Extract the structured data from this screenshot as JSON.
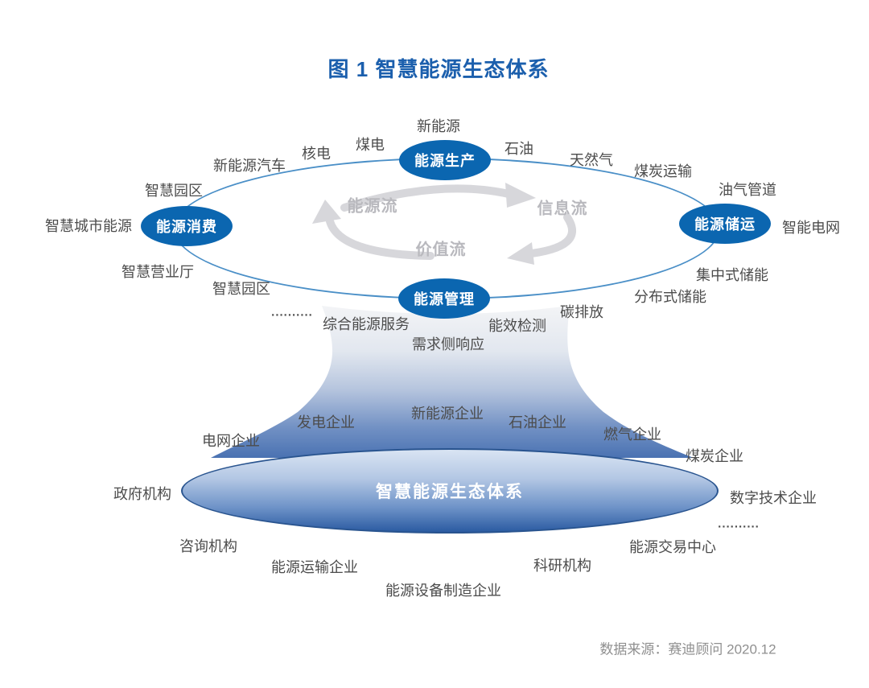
{
  "figure": {
    "title": "图 1  智慧能源生态体系",
    "source": "数据来源：赛迪顾问  2020.12"
  },
  "nodes": [
    {
      "id": "production",
      "label": "能源生产"
    },
    {
      "id": "consumption",
      "label": "能源消费"
    },
    {
      "id": "storage",
      "label": "能源储运"
    },
    {
      "id": "management",
      "label": "能源管理"
    }
  ],
  "flows": [
    {
      "id": "energy",
      "label": "能源流"
    },
    {
      "id": "information",
      "label": "信息流"
    },
    {
      "id": "value",
      "label": "价值流"
    }
  ],
  "ring_labels": [
    {
      "label": "新能源"
    },
    {
      "label": "煤电"
    },
    {
      "label": "核电"
    },
    {
      "label": "新能源汽车"
    },
    {
      "label": "智慧园区"
    },
    {
      "label": "智慧城市能源"
    },
    {
      "label": "智慧营业厅"
    },
    {
      "label": "智慧园区"
    },
    {
      "label": "综合能源服务"
    },
    {
      "label": "需求侧响应"
    },
    {
      "label": "能效检测"
    },
    {
      "label": "碳排放"
    },
    {
      "label": "分布式储能"
    },
    {
      "label": "集中式储能"
    },
    {
      "label": "智能电网"
    },
    {
      "label": "油气管道"
    },
    {
      "label": "煤炭运输"
    },
    {
      "label": "石油"
    },
    {
      "label": "天然气"
    }
  ],
  "funnel_labels": [
    {
      "label": "发电企业"
    },
    {
      "label": "新能源企业"
    },
    {
      "label": "石油企业"
    },
    {
      "label": "电网企业"
    },
    {
      "label": "燃气企业"
    },
    {
      "label": "煤炭企业"
    }
  ],
  "ecosystem": {
    "label": "智慧能源生态体系"
  },
  "bottom_labels": [
    {
      "label": "政府机构"
    },
    {
      "label": "数字技术企业"
    },
    {
      "label": "咨询机构"
    },
    {
      "label": "能源交易中心"
    },
    {
      "label": "能源运输企业"
    },
    {
      "label": "科研机构"
    },
    {
      "label": "能源设备制造企业"
    }
  ],
  "ellipsis": "..........",
  "colors": {
    "node_blue": "#0b66b0",
    "ring_line": "#4a8fc7",
    "title_blue": "#1b5fad",
    "label_gray": "#4c4c4c",
    "flow_gray": "#b9b9be",
    "ellipse_bottom_blue": "#2b5ba2"
  }
}
